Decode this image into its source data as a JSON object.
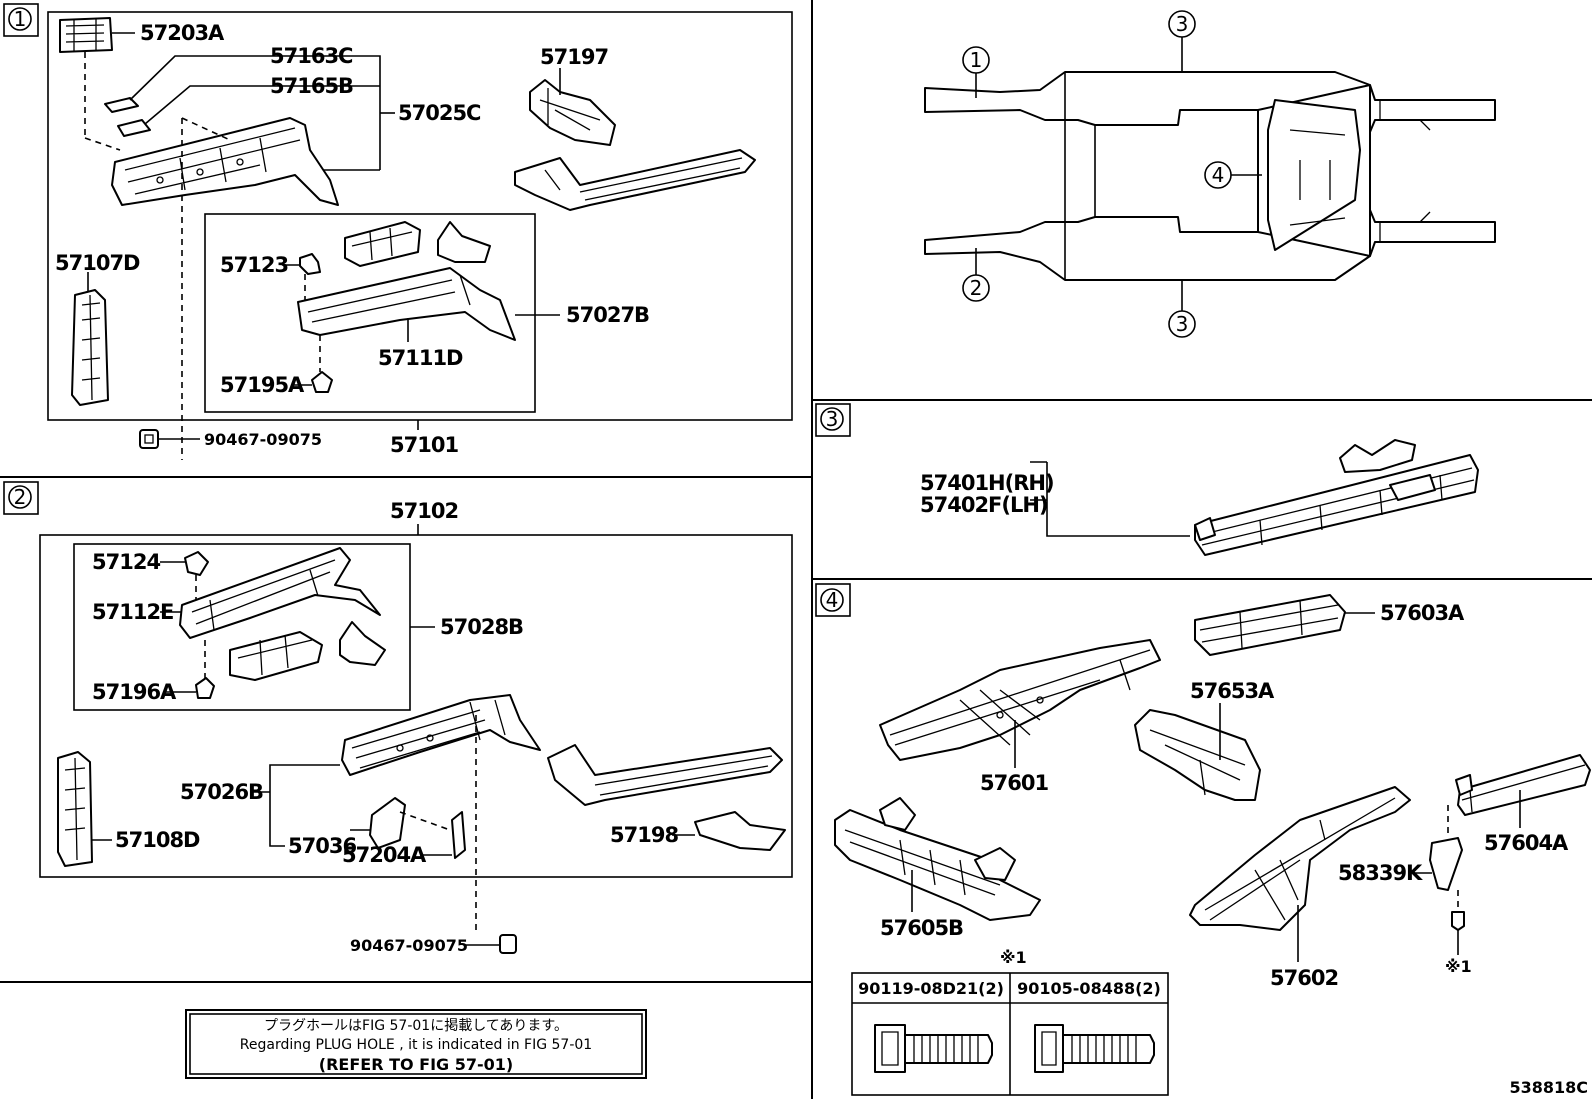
{
  "sections": [
    {
      "id": "1",
      "label": "①"
    },
    {
      "id": "2",
      "label": "②"
    },
    {
      "id": "3",
      "label": "③"
    },
    {
      "id": "4",
      "label": "④"
    }
  ],
  "section1": {
    "parts": [
      "57203A",
      "57163C",
      "57165B",
      "57025C",
      "57197",
      "57107D",
      "57123",
      "57027B",
      "57111D",
      "57195A",
      "90467-09075",
      "57101"
    ]
  },
  "section2": {
    "parts": [
      "57102",
      "57124",
      "57112E",
      "57028B",
      "57196A",
      "57026B",
      "57036",
      "57204A",
      "57198",
      "57108D",
      "90467-09075"
    ]
  },
  "section3": {
    "parts": [
      "57401H(RH)",
      "57402F(LH)"
    ]
  },
  "section4": {
    "parts": [
      "57603A",
      "57653A",
      "57601",
      "57604A",
      "58339K",
      "※1",
      "57605B",
      "57602"
    ]
  },
  "overview": {
    "callouts": [
      "①",
      "②",
      "③",
      "③",
      "④"
    ]
  },
  "bolt_table": {
    "ref_mark": "※1",
    "bolts": [
      "90119-08D21(2)",
      "90105-08488(2)"
    ]
  },
  "note": {
    "jp": "プラグホールはFIG 57-01に掲載してあります。",
    "en": "Regarding  PLUG  HOLE , it is indicated in  FIG  57-01",
    "ref": "(REFER  TO  FIG  57-01)"
  },
  "drawing_id": "538818C"
}
